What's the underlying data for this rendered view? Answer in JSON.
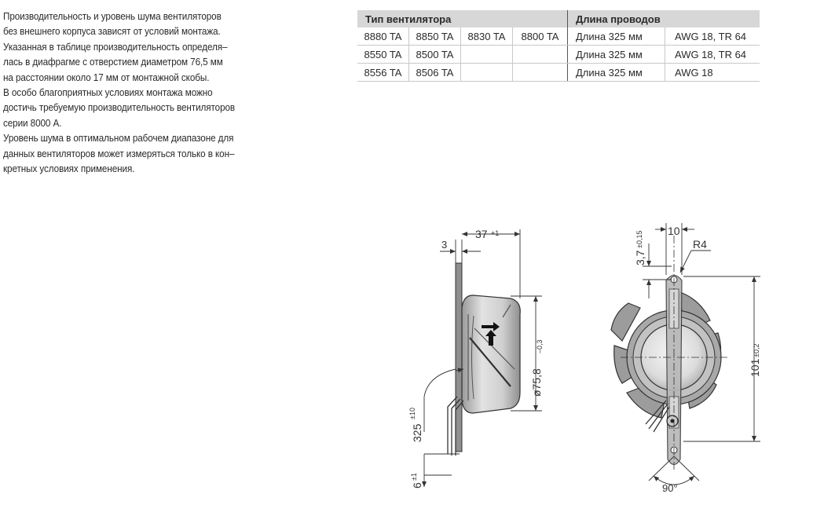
{
  "description": {
    "lines": [
      "Производительность и уровень шума вентиляторов",
      "без внешнего корпуса зависят от условий монтажа.",
      "Указанная в таблице производительность определя–",
      "лась в диафрагме с отверстием диаметром 76,5 мм",
      "на расстоянии около 17 мм от монтажной скобы.",
      "В особо благоприятных условиях монтажа можно",
      "достичь требуемую производительность вентиляторов",
      "серии 8000 А.",
      "Уровень шума в оптимальном рабочем диапазоне для",
      "данных вентиляторов может измеряться только в кон–",
      "кретных условиях применения."
    ]
  },
  "table": {
    "headers": {
      "type": "Тип вентилятора",
      "wire": "Длина проводов"
    },
    "rows": [
      {
        "types": [
          "8880 TA",
          "8850 TA",
          "8830 TA",
          "8800 TA"
        ],
        "length": "Длина 325 мм",
        "awg": "AWG 18, TR 64"
      },
      {
        "types": [
          "8550 TA",
          "8500 TA",
          "",
          ""
        ],
        "length": "Длина 325 мм",
        "awg": "AWG 18, TR 64"
      },
      {
        "types": [
          "8556 TA",
          "8506 TA",
          "",
          ""
        ],
        "length": "Длина 325 мм",
        "awg": "AWG 18"
      }
    ]
  },
  "drawing": {
    "dim_thickness": "3",
    "dim_depth": "37",
    "dim_depth_tol": "+1",
    "dim_diameter": "ø75,8",
    "dim_diameter_tol": "–0,3",
    "dim_wire_len": "325",
    "dim_wire_len_tol": "±10",
    "dim_strip": "6",
    "dim_strip_tol": "±1",
    "dim_hole_offset": "3,7",
    "dim_hole_offset_tol": "±0,15",
    "dim_width": "10",
    "dim_radius": "R4",
    "dim_height": "101",
    "dim_height_tol": "±0,2",
    "dim_angle": "90°"
  }
}
